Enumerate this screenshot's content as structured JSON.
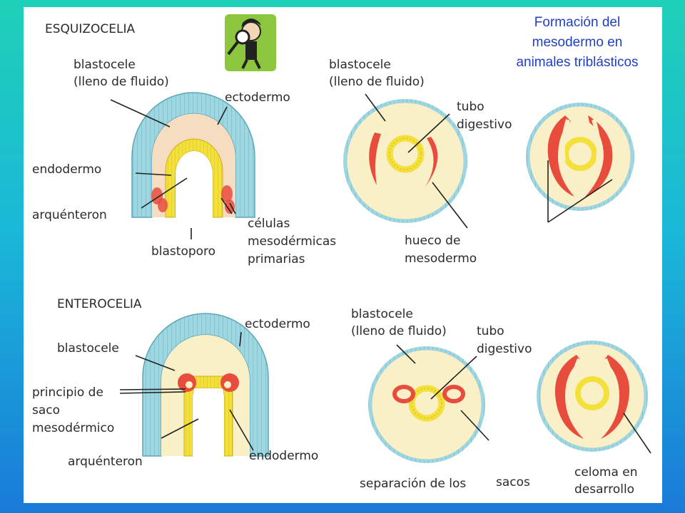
{
  "title_lines": [
    "Formación del",
    "mesodermo en",
    "animales triblásticos"
  ],
  "sections": {
    "esquizocelia": "ESQUIZOCELIA",
    "enterocelia": "ENTEROCELIA"
  },
  "icon": "detective-magnifier-icon",
  "labels": {
    "e_blastocele_1": "blastocele",
    "e_blastocele_2": "(lleno de fluido)",
    "e_ectodermo": "ectodermo",
    "e_endodermo": "endodermo",
    "e_arquenteron": "arquénteron",
    "e_celulas_1": "células",
    "e_celulas_2": "mesodérmicas",
    "e_celulas_3": "primarias",
    "e_blastoporo": "blastoporo",
    "e2_blastocele_1": "blastocele",
    "e2_blastocele_2": "(lleno de fluido)",
    "e2_tubo_1": "tubo",
    "e2_tubo_2": "digestivo",
    "e2_hueco_1": "hueco de",
    "e2_hueco_2": "mesodermo",
    "n_ectodermo": "ectodermo",
    "n_blastocele": "blastocele",
    "n_principio_1": "principio de",
    "n_principio_2": "saco",
    "n_principio_3": "mesodérmico",
    "n_arquenteron": "arquénteron",
    "n_endodermo": "endodermo",
    "n2_blastocele_1": "blastocele",
    "n2_blastocele_2": "(lleno de fluido)",
    "n2_tubo_1": "tubo",
    "n2_tubo_2": "digestivo",
    "n2_separacion": "separación de los",
    "n2_sacos": "sacos",
    "n3_celoma_1": "celoma en",
    "n3_celoma_2": "desarrollo"
  },
  "colors": {
    "ectoderm": "#8fd0dc",
    "endoderm": "#f3e03a",
    "mesoderm": "#e84c3d",
    "blastocoel": "#faf0c8",
    "embryo_fill": "#f6dcc0"
  }
}
